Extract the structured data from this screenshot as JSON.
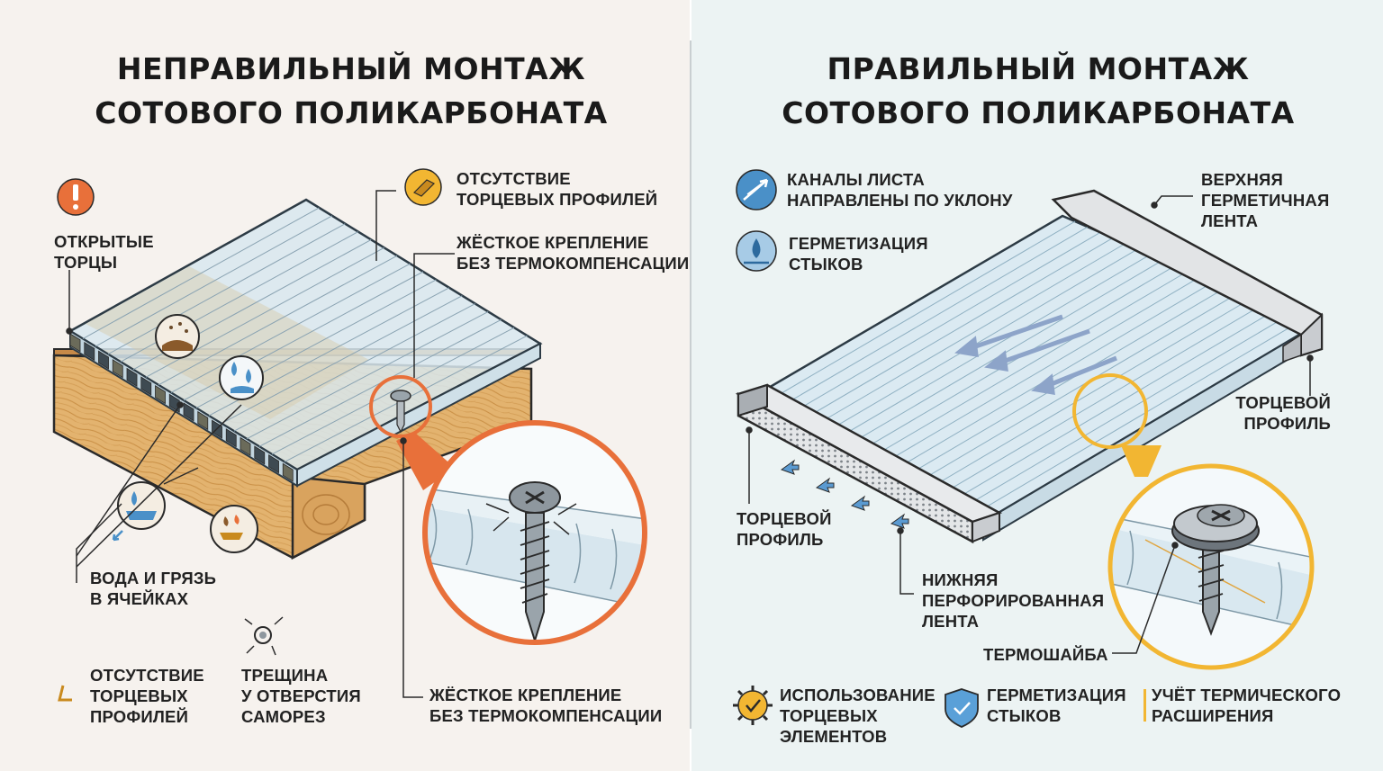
{
  "left": {
    "title_line1": "НЕПРАВИЛЬНЫЙ МОНТАЖ",
    "title_line2": "СОТОВОГО ПОЛИКАРБОНАТА",
    "open_ends_line1": "ОТКРЫТЫЕ",
    "open_ends_line2": "ТОРЦЫ",
    "no_profiles_top_line1": "ОТСУТСТВИЕ",
    "no_profiles_top_line2": "ТОРЦЕВЫХ ПРОФИЛЕЙ",
    "rigid_top_line1": "ЖЁСТКОЕ КРЕПЛЕНИЕ",
    "rigid_top_line2": "БЕЗ ТЕРМОКОМПЕНСАЦИИ",
    "water_dirt_line1": "ВОДА И ГРЯЗЬ",
    "water_dirt_line2": "В ЯЧЕЙКАХ",
    "no_profiles_bottom_line1": "ОТСУТСТВИЕ",
    "no_profiles_bottom_line2": "ТОРЦЕВЫХ",
    "no_profiles_bottom_line3": "ПРОФИЛЕЙ",
    "crack_line1": "ТРЕЩИНА",
    "crack_line2": "У ОТВЕРСТИЯ",
    "crack_line3": "САМОРЕЗ",
    "rigid_bottom_line1": "ЖЁСТКОЕ КРЕПЛЕНИЕ",
    "rigid_bottom_line2": "БЕЗ ТЕРМОКОМПЕНСАЦИИ"
  },
  "right": {
    "title_line1": "ПРАВИЛЬНЫЙ МОНТАЖ",
    "title_line2": "СОТОВОГО ПОЛИКАРБОНАТА",
    "channels_line1": "КАНАЛЫ ЛИСТА",
    "channels_line2": "НАПРАВЛЕНЫ ПО УКЛОНУ",
    "sealing_line1": "ГЕРМЕТИЗАЦИЯ",
    "sealing_line2": "СТЫКОВ",
    "top_tape_line1": "ВЕРХНЯЯ",
    "top_tape_line2": "ГЕРМЕТИЧНАЯ",
    "top_tape_line3": "ЛЕНТА",
    "end_profile_right_line1": "ТОРЦЕВОЙ",
    "end_profile_right_line2": "ПРОФИЛЬ",
    "end_profile_left_line1": "ТОРЦЕВОЙ",
    "end_profile_left_line2": "ПРОФИЛЬ",
    "bottom_tape_line1": "НИЖНЯЯ",
    "bottom_tape_line2": "ПЕРФОРИРОВАННАЯ",
    "bottom_tape_line3": "ЛЕНТА",
    "thermo_washer": "ТЕРМОШАЙБА",
    "footer_use_line1": "ИСПОЛЬЗОВАНИЕ",
    "footer_use_line2": "ТОРЦЕВЫХ",
    "footer_use_line3": "ЭЛЕМЕНТОВ",
    "footer_seal_line1": "ГЕРМЕТИЗАЦИЯ",
    "footer_seal_line2": "СТЫКОВ",
    "footer_thermal_line1": "УЧЁТ ТЕРМИЧЕСКОГО",
    "footer_thermal_line2": "РАСШИРЕНИЯ"
  },
  "colors": {
    "left_bg": "#f6f2ee",
    "right_bg": "#ecf3f3",
    "warning_orange": "#e8703a",
    "callout_yellow": "#f2b632",
    "icon_blue": "#4a90c8",
    "wood": "#e3b36f"
  },
  "icons": [
    "exclamation-icon",
    "profile-corner-icon",
    "water-drop-icon",
    "dirt-icon",
    "crack-icon",
    "screw-icon",
    "slope-arrows-icon",
    "sealing-drop-icon",
    "gear-check-icon",
    "shield-check-icon"
  ]
}
